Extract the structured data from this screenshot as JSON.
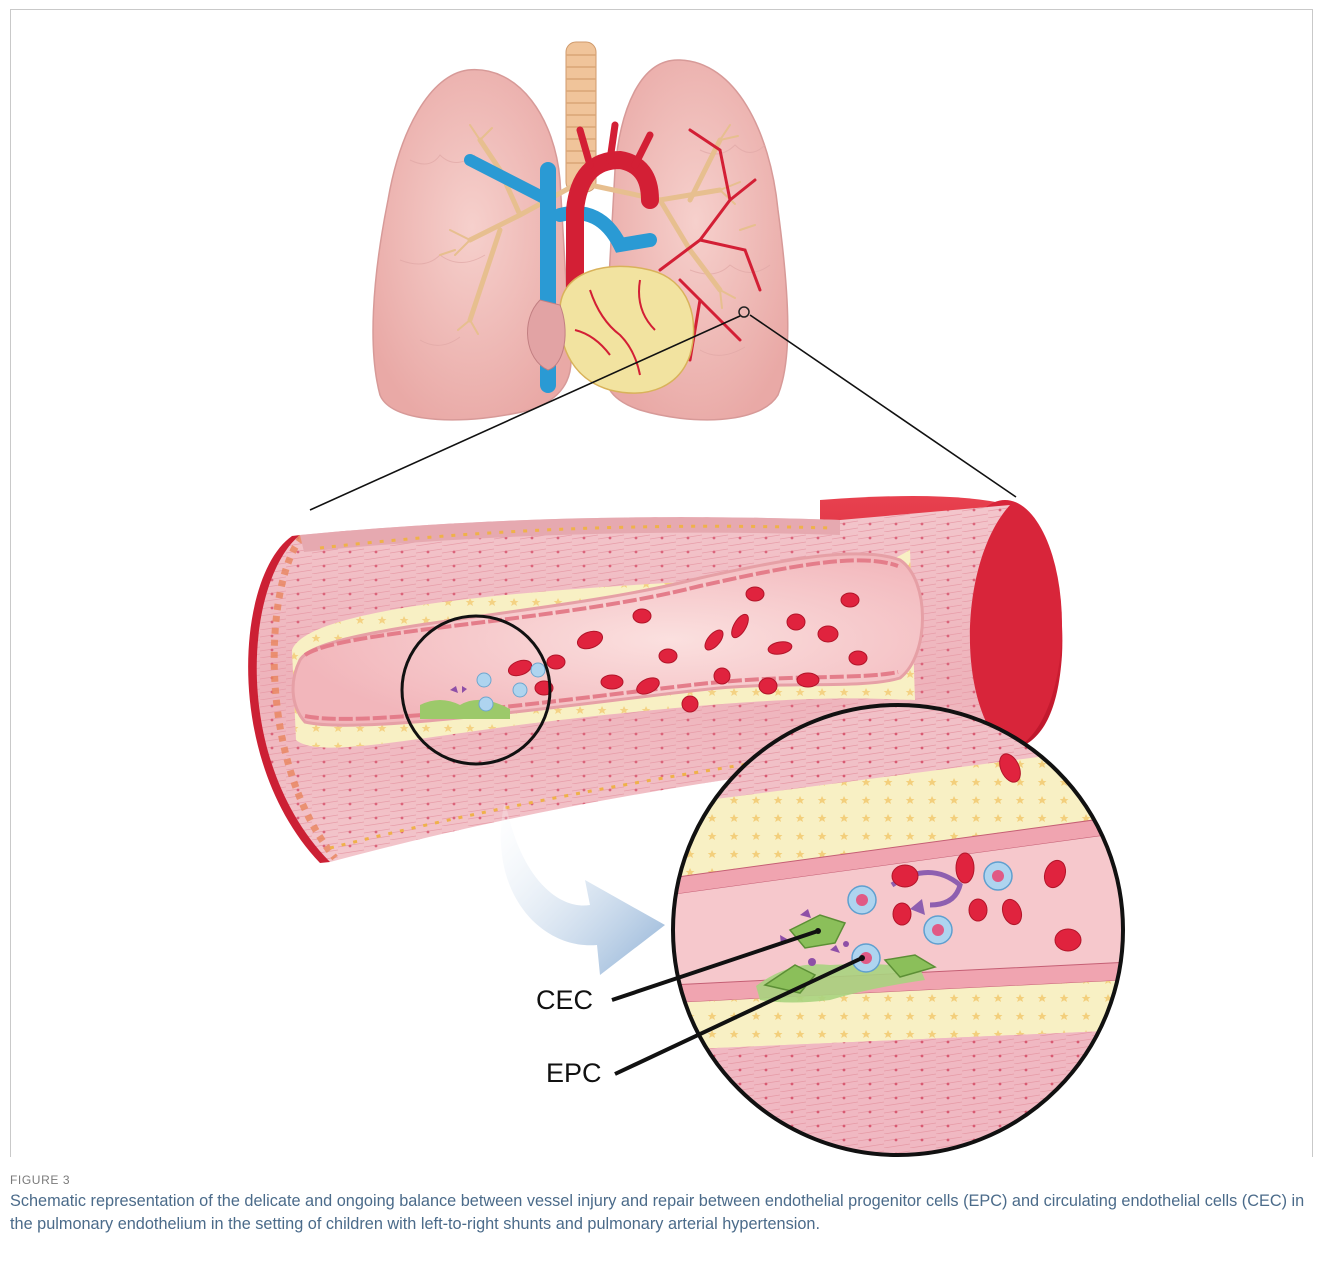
{
  "figure": {
    "label": "FIGURE 3",
    "caption": "Schematic representation of the delicate and ongoing balance between vessel injury and repair between endothelial progenitor cells (EPC) and circulating endothelial cells (CEC) in the pulmonary endothelium in the setting of children with left-to-right shunts and pulmonary arterial hypertension."
  },
  "illustration": {
    "callouts": {
      "cec": "CEC",
      "epc": "EPC"
    },
    "colors": {
      "lung": "#f2c0bc",
      "trachea": "#f0c49a",
      "artery": "#d8283b",
      "vein": "#2a9ad4",
      "heart": "#f2e3a0",
      "vessel_wall": "#efb7bf",
      "lumen": "#f7cdcf",
      "intima": "#f8f0c4",
      "outer_wall": "#d9263b",
      "rbc": "#e0233e",
      "cec_cell": "#8bbf5a",
      "epc_cell": "#aed4ef",
      "arrow": "#9dbbd9"
    }
  }
}
